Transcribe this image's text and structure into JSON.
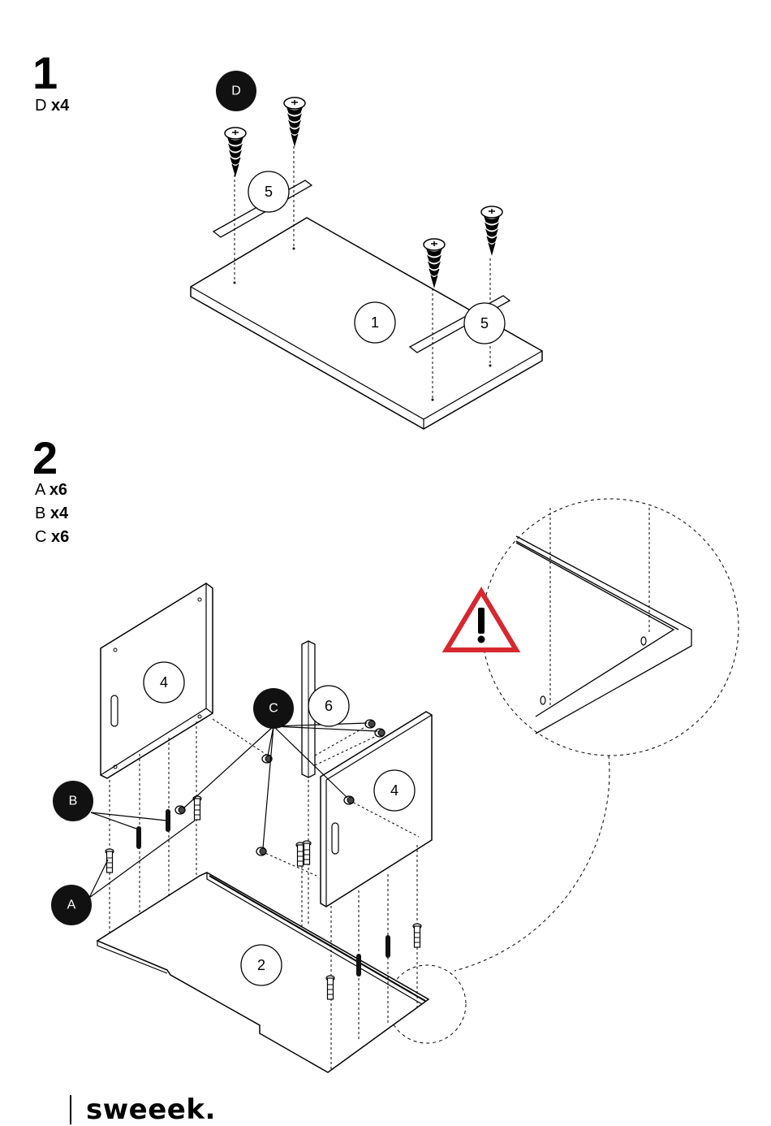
{
  "step1": {
    "number": "1",
    "parts": [
      {
        "letter": "D",
        "qty": "x4"
      }
    ],
    "callouts": {
      "hardware": "D",
      "panel_main": "1",
      "batten_left": "5",
      "batten_right": "5"
    }
  },
  "step2": {
    "number": "2",
    "parts": [
      {
        "letter": "A",
        "qty": "x6"
      },
      {
        "letter": "B",
        "qty": "x4"
      },
      {
        "letter": "C",
        "qty": "x6"
      }
    ],
    "callouts": {
      "panel_left": "4",
      "panel_right": "4",
      "post": "6",
      "base": "2",
      "hw_a": "A",
      "hw_b": "B",
      "hw_c": "C"
    },
    "warning_icon": "warning-triangle-icon"
  },
  "brand": {
    "name": "sweeek."
  },
  "colors": {
    "warning": "#d7282f",
    "ink": "#000000"
  }
}
